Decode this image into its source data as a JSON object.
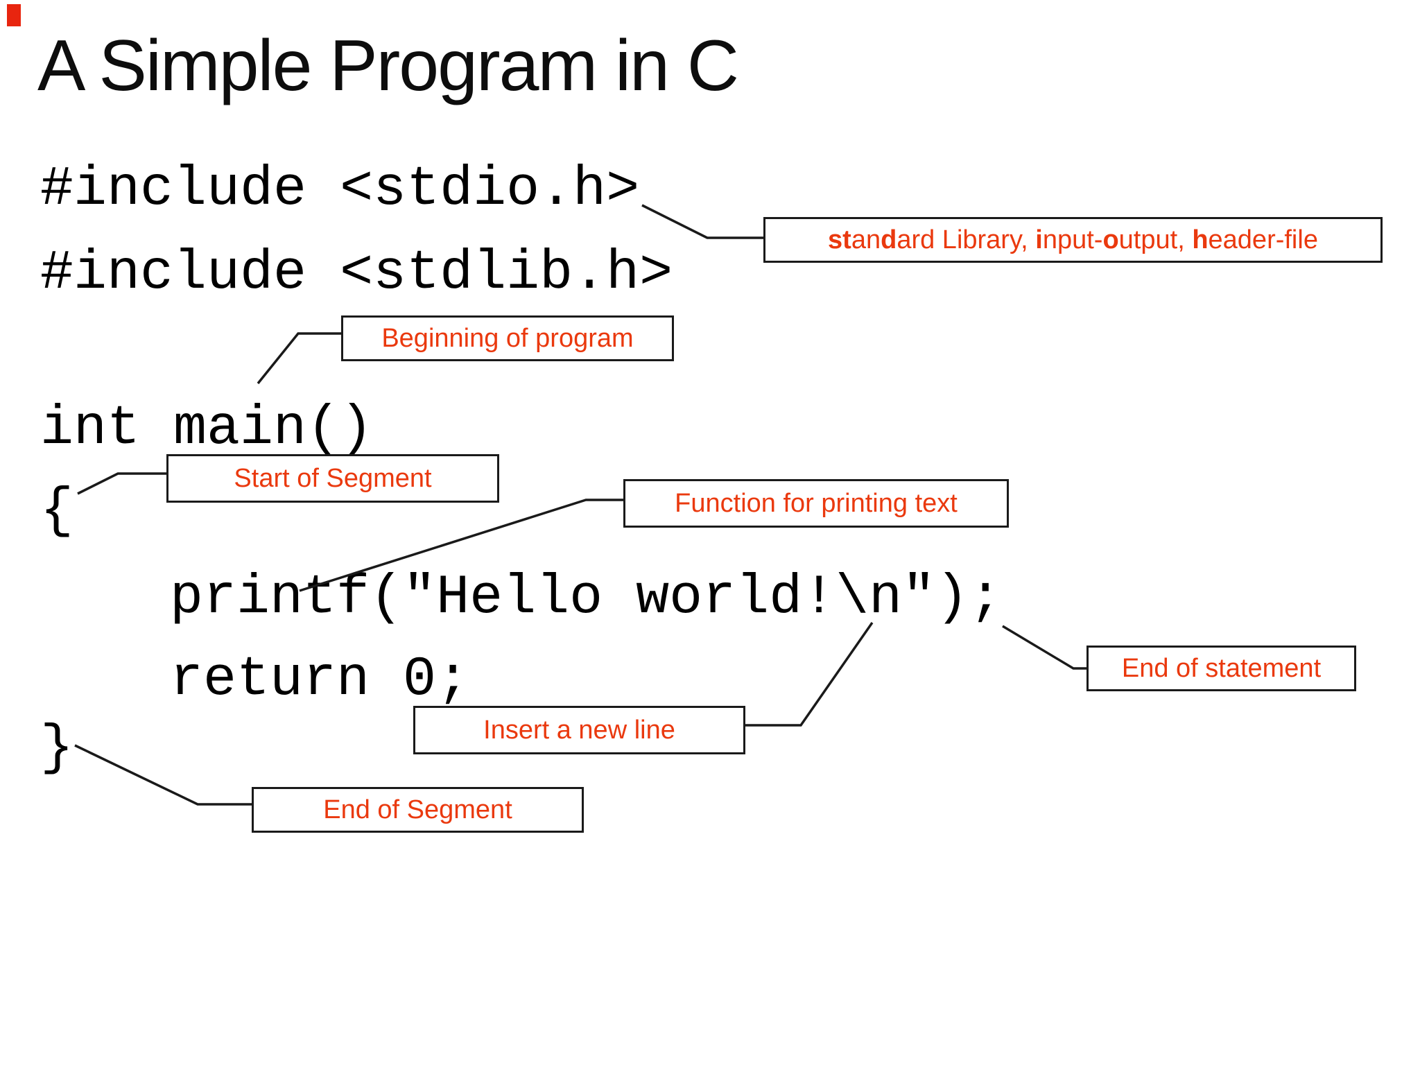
{
  "slide": {
    "title": "A Simple Program in C",
    "code_lines": [
      "#include <stdio.h>",
      "#include <stdlib.h>",
      "int main()",
      "{",
      "printf(\"Hello world!\\n\");",
      "return 0;",
      "}"
    ],
    "callouts": [
      {
        "id": "stdio-explanation",
        "segments": [
          {
            "text": "st",
            "bold": true
          },
          {
            "text": "an",
            "bold": false
          },
          {
            "text": "d",
            "bold": true
          },
          {
            "text": "ard Library, ",
            "bold": false
          },
          {
            "text": "i",
            "bold": true
          },
          {
            "text": "nput-",
            "bold": false
          },
          {
            "text": "o",
            "bold": true
          },
          {
            "text": "utput, ",
            "bold": false
          },
          {
            "text": "h",
            "bold": true
          },
          {
            "text": "eader-file",
            "bold": false
          }
        ]
      },
      {
        "id": "beginning-of-program",
        "segments": [
          {
            "text": "Beginning of program",
            "bold": false
          }
        ]
      },
      {
        "id": "start-of-segment",
        "segments": [
          {
            "text": "Start of Segment",
            "bold": false
          }
        ]
      },
      {
        "id": "function-for-printing-text",
        "segments": [
          {
            "text": "Function for printing text",
            "bold": false
          }
        ]
      },
      {
        "id": "end-of-statement",
        "segments": [
          {
            "text": "End of statement",
            "bold": false
          }
        ]
      },
      {
        "id": "insert-a-new-line",
        "segments": [
          {
            "text": "Insert a new line",
            "bold": false
          }
        ]
      },
      {
        "id": "end-of-segment",
        "segments": [
          {
            "text": "End of Segment",
            "bold": false
          }
        ]
      }
    ],
    "colors": {
      "callout_text": "#ea390e",
      "code_text": "#000000",
      "connector": "#1a1a1a",
      "corner_mark": "#e8250f",
      "background": "#ffffff"
    }
  }
}
